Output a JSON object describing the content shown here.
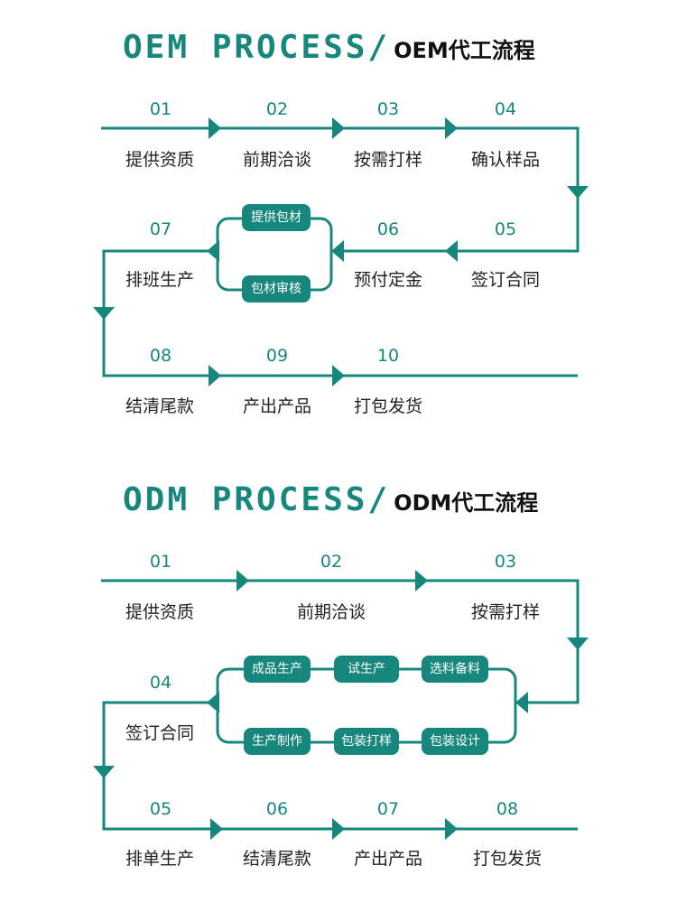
{
  "colors": {
    "accent": "#17877d",
    "text": "#222222"
  },
  "oem": {
    "title_en": "OEM PROCESS/",
    "title_cn": "OEM代工流程",
    "steps": [
      {
        "num": "01",
        "label": "提供资质"
      },
      {
        "num": "02",
        "label": "前期洽谈"
      },
      {
        "num": "03",
        "label": "按需打样"
      },
      {
        "num": "04",
        "label": "确认样品"
      },
      {
        "num": "05",
        "label": "签订合同"
      },
      {
        "num": "06",
        "label": "预付定金"
      },
      {
        "num": "07",
        "label": "排班生产"
      },
      {
        "num": "08",
        "label": "结清尾款"
      },
      {
        "num": "09",
        "label": "产出产品"
      },
      {
        "num": "10",
        "label": "打包发货"
      }
    ],
    "branch": [
      "提供包材",
      "包材审核"
    ]
  },
  "odm": {
    "title_en": "ODM PROCESS/",
    "title_cn": "ODM代工流程",
    "steps": [
      {
        "num": "01",
        "label": "提供资质"
      },
      {
        "num": "02",
        "label": "前期洽谈"
      },
      {
        "num": "03",
        "label": "按需打样"
      },
      {
        "num": "04",
        "label": "签订合同"
      },
      {
        "num": "05",
        "label": "排单生产"
      },
      {
        "num": "06",
        "label": "结清尾款"
      },
      {
        "num": "07",
        "label": "产出产品"
      },
      {
        "num": "08",
        "label": "打包发货"
      }
    ],
    "branch_top": [
      "成品生产",
      "试生产",
      "选料备料"
    ],
    "branch_bottom": [
      "生产制作",
      "包装打样",
      "包装设计"
    ]
  }
}
